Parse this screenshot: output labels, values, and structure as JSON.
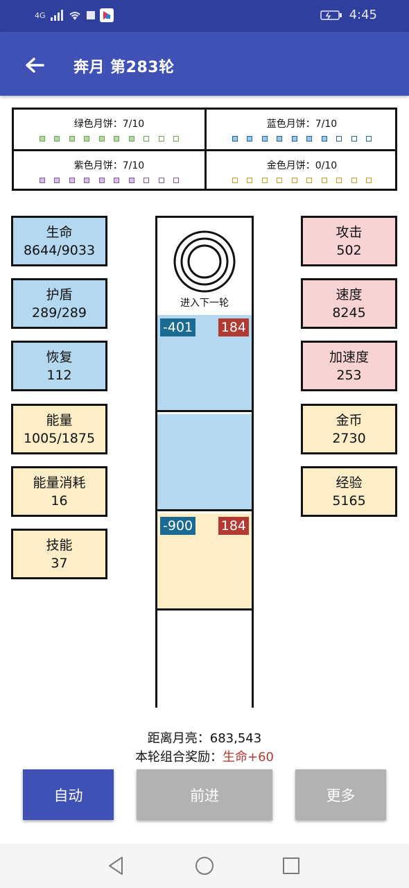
{
  "status_bar": {
    "network": "4G",
    "time": "4:45"
  },
  "app_bar": {
    "title": "奔月 第283轮"
  },
  "mooncakes": [
    {
      "label": "绿色月饼：7/10",
      "filled": 7,
      "total": 10,
      "color": "#6aa84f",
      "fill": "#b6d7a8"
    },
    {
      "label": "蓝色月饼：7/10",
      "filled": 7,
      "total": 10,
      "color": "#1a6a93",
      "fill": "#9fc5e8"
    },
    {
      "label": "紫色月饼：7/10",
      "filled": 7,
      "total": 10,
      "color": "#7e5a9b",
      "fill": "#d5c0e3"
    },
    {
      "label": "金色月饼：0/10",
      "filled": 0,
      "total": 10,
      "color": "#c79a2a",
      "fill": "#fde9b0"
    }
  ],
  "stats_left": [
    {
      "name": "生命",
      "value": "8644/9033",
      "kind": "blue"
    },
    {
      "name": "护盾",
      "value": "289/289",
      "kind": "blue"
    },
    {
      "name": "恢复",
      "value": "112",
      "kind": "blue"
    },
    {
      "name": "能量",
      "value": "1005/1875",
      "kind": "cream"
    },
    {
      "name": "能量消耗",
      "value": "16",
      "kind": "cream"
    },
    {
      "name": "技能",
      "value": "37",
      "kind": "cream"
    }
  ],
  "stats_right": [
    {
      "name": "攻击",
      "value": "502",
      "kind": "pink"
    },
    {
      "name": "速度",
      "value": "8245",
      "kind": "pink"
    },
    {
      "name": "加速度",
      "value": "253",
      "kind": "pink"
    },
    {
      "name": "金币",
      "value": "2730",
      "kind": "cream"
    },
    {
      "name": "经验",
      "value": "5165",
      "kind": "cream"
    }
  ],
  "track": {
    "portal_label": "进入下一轮",
    "cells": [
      {
        "bg": "#b3d8f0",
        "damage": "-401",
        "attack": "184"
      },
      {
        "bg": "#b3d8f0",
        "damage": "",
        "attack": ""
      },
      {
        "bg": "#fdeec8",
        "damage": "-900",
        "attack": "184"
      },
      {
        "bg": "#ffffff",
        "damage": "",
        "attack": ""
      }
    ]
  },
  "info": {
    "distance_text": "距离月亮：683,543",
    "reward_prefix": "本轮组合奖励：",
    "reward_value": "生命+60"
  },
  "buttons": {
    "auto": "自动",
    "forward": "前进",
    "more": "更多"
  },
  "colors": {
    "primary": "#3f51b5",
    "status_bar": "#2f3f9e",
    "disabled": "#b2b2b2",
    "accent_red": "#b33a32"
  }
}
